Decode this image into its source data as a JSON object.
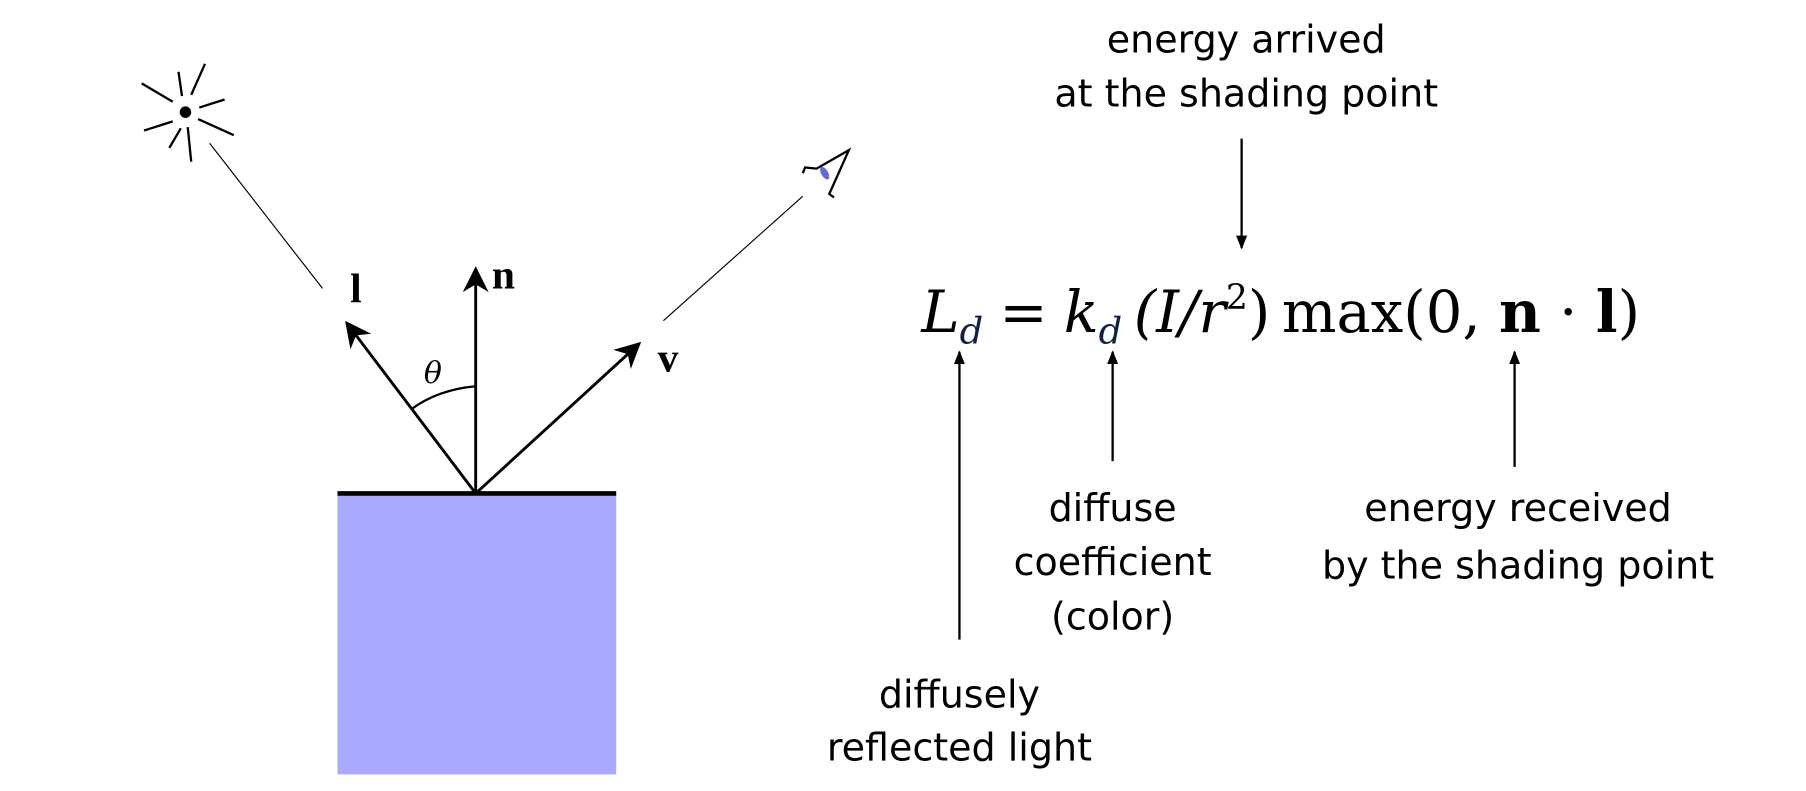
{
  "diagram": {
    "vectors": {
      "light": "l",
      "normal": "n",
      "view": "v",
      "angle": "θ"
    },
    "surface_color": "#aaaaff",
    "equation": {
      "lhs": "L",
      "lhs_sub": "d",
      "equals": "=",
      "coef": "k",
      "coef_sub": "d",
      "intensity": "(I/r",
      "power": "2",
      "intensity_close": ")",
      "max": "max(0, ",
      "n": "n",
      "dot": " · ",
      "l": "l",
      "close": ")"
    },
    "annotations": {
      "top": [
        "energy arrived",
        "at the shading point"
      ],
      "lhs": [
        "diffusely",
        "reflected light"
      ],
      "coef": [
        "diffuse",
        "coefficient",
        "(color)"
      ],
      "max": [
        "energy received",
        "by the shading point"
      ]
    }
  }
}
